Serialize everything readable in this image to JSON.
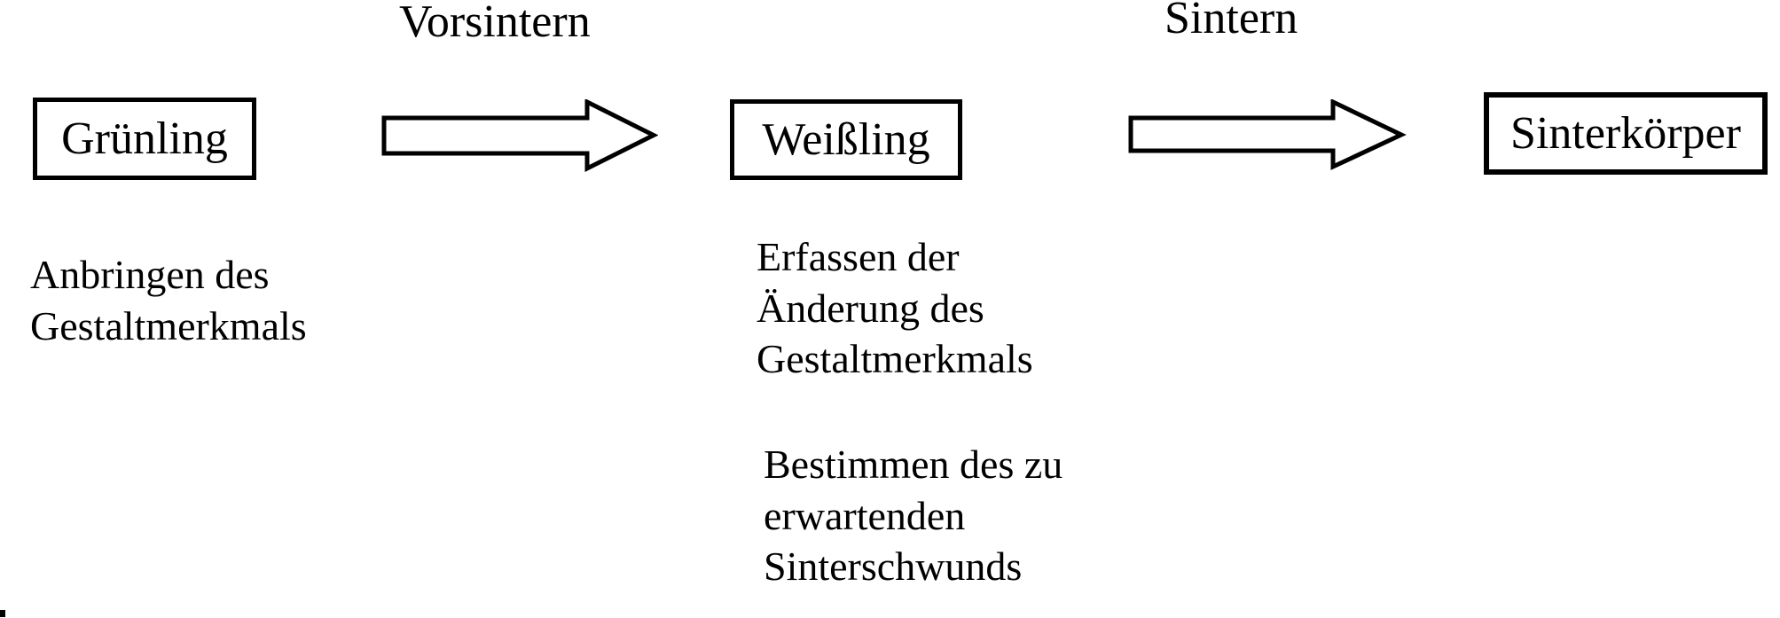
{
  "figure": {
    "background_color": "#ffffff",
    "ink_color": "#000000",
    "stage_labels": [
      {
        "label": "Vorsintern"
      },
      {
        "label": "Sintern"
      }
    ],
    "nodes": [
      {
        "label": "Grünling"
      },
      {
        "label": "Weißling"
      },
      {
        "label": "Sinterkörper"
      }
    ],
    "notes": [
      {
        "text": "Anbringen des\nGestaltmerkmals"
      },
      {
        "text": "Erfassen der\nÄnderung des\nGestaltmerkmals"
      },
      {
        "text": "Bestimmen des zu\nerwartenden\nSinterschwunds"
      }
    ],
    "arrow_icon_names": [
      {
        "name": "arrow-right-icon"
      },
      {
        "name": "arrow-right-icon"
      }
    ]
  }
}
